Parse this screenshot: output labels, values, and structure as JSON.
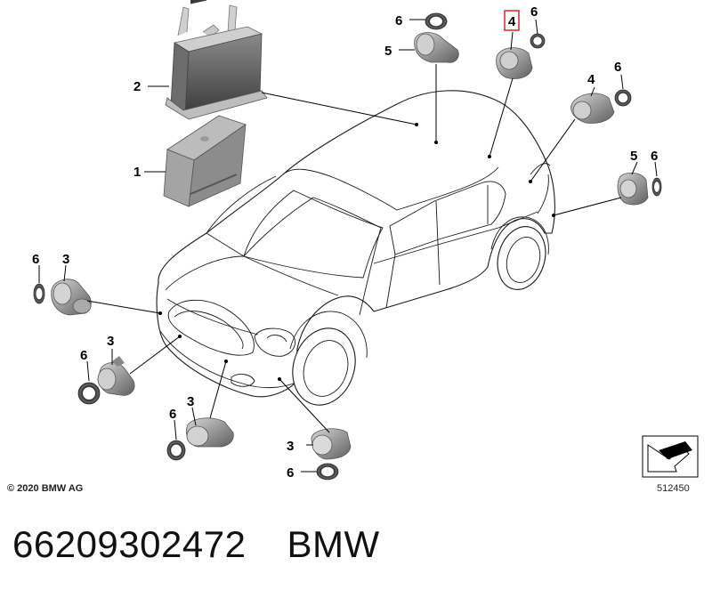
{
  "callouts": {
    "c1": "1",
    "c2": "2",
    "c3a": "3",
    "c3b": "3",
    "c3c": "3",
    "c3d": "3",
    "c4a": "4",
    "c4b": "4",
    "c5a": "5",
    "c5b": "5",
    "c6a": "6",
    "c6b": "6",
    "c6c": "6",
    "c6d": "6",
    "c6e": "6",
    "c6f": "6",
    "c6g": "6",
    "c6h": "6"
  },
  "highlight_color": "#e0202a",
  "copyright": "© 2020 BMW AG",
  "reference_number": "512450",
  "footer": {
    "part_number": "66209302472",
    "brand": "BMW"
  }
}
